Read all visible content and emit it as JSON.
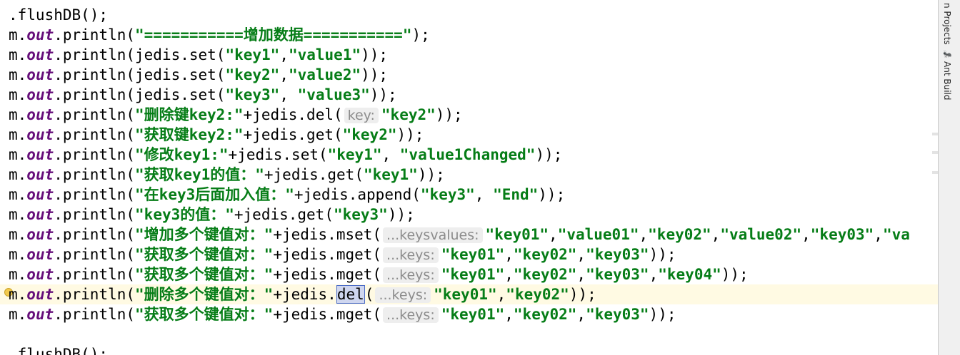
{
  "editor": {
    "lines": [
      [
        {
          "t": ".flushDB();"
        }
      ],
      [
        {
          "t": "m."
        },
        {
          "f": "out"
        },
        {
          "t": ".println("
        },
        {
          "s": "\"===========增加数据===========\""
        },
        {
          "t": ");"
        }
      ],
      [
        {
          "t": "m."
        },
        {
          "f": "out"
        },
        {
          "t": ".println(jedis.set("
        },
        {
          "s": "\"key1\""
        },
        {
          "t": ","
        },
        {
          "s": "\"value1\""
        },
        {
          "t": "));"
        }
      ],
      [
        {
          "t": "m."
        },
        {
          "f": "out"
        },
        {
          "t": ".println(jedis.set("
        },
        {
          "s": "\"key2\""
        },
        {
          "t": ","
        },
        {
          "s": "\"value2\""
        },
        {
          "t": "));"
        }
      ],
      [
        {
          "t": "m."
        },
        {
          "f": "out"
        },
        {
          "t": ".println(jedis.set("
        },
        {
          "s": "\"key3\""
        },
        {
          "t": ", "
        },
        {
          "s": "\"value3\""
        },
        {
          "t": "));"
        }
      ],
      [
        {
          "t": "m."
        },
        {
          "f": "out"
        },
        {
          "t": ".println("
        },
        {
          "s": "\"删除键key2:\""
        },
        {
          "t": "+jedis.del("
        },
        {
          "h": "key:"
        },
        {
          "s": "\"key2\""
        },
        {
          "t": "));"
        }
      ],
      [
        {
          "t": "m."
        },
        {
          "f": "out"
        },
        {
          "t": ".println("
        },
        {
          "s": "\"获取键key2:\""
        },
        {
          "t": "+jedis.get("
        },
        {
          "s": "\"key2\""
        },
        {
          "t": "));"
        }
      ],
      [
        {
          "t": "m."
        },
        {
          "f": "out"
        },
        {
          "t": ".println("
        },
        {
          "s": "\"修改key1:\""
        },
        {
          "t": "+jedis.set("
        },
        {
          "s": "\"key1\""
        },
        {
          "t": ", "
        },
        {
          "s": "\"value1Changed\""
        },
        {
          "t": "));"
        }
      ],
      [
        {
          "t": "m."
        },
        {
          "f": "out"
        },
        {
          "t": ".println("
        },
        {
          "s": "\"获取key1的值：\""
        },
        {
          "t": "+jedis.get("
        },
        {
          "s": "\"key1\""
        },
        {
          "t": "));"
        }
      ],
      [
        {
          "t": "m."
        },
        {
          "f": "out"
        },
        {
          "t": ".println("
        },
        {
          "s": "\"在key3后面加入值：\""
        },
        {
          "t": "+jedis.append("
        },
        {
          "s": "\"key3\""
        },
        {
          "t": ", "
        },
        {
          "s": "\"End\""
        },
        {
          "t": "));"
        }
      ],
      [
        {
          "t": "m."
        },
        {
          "f": "out"
        },
        {
          "t": ".println("
        },
        {
          "s": "\"key3的值：\""
        },
        {
          "t": "+jedis.get("
        },
        {
          "s": "\"key3\""
        },
        {
          "t": "));"
        }
      ],
      [
        {
          "t": "m."
        },
        {
          "f": "out"
        },
        {
          "t": ".println("
        },
        {
          "s": "\"增加多个键值对：\""
        },
        {
          "t": "+jedis.mset("
        },
        {
          "h": "...keysvalues:"
        },
        {
          "s": "\"key01\""
        },
        {
          "t": ","
        },
        {
          "s": "\"value01\""
        },
        {
          "t": ","
        },
        {
          "s": "\"key02\""
        },
        {
          "t": ","
        },
        {
          "s": "\"value02\""
        },
        {
          "t": ","
        },
        {
          "s": "\"key03\""
        },
        {
          "t": ","
        },
        {
          "s": "\"va"
        }
      ],
      [
        {
          "t": "m."
        },
        {
          "f": "out"
        },
        {
          "t": ".println("
        },
        {
          "s": "\"获取多个键值对：\""
        },
        {
          "t": "+jedis.mget("
        },
        {
          "h": "...keys:"
        },
        {
          "s": "\"key01\""
        },
        {
          "t": ","
        },
        {
          "s": "\"key02\""
        },
        {
          "t": ","
        },
        {
          "s": "\"key03\""
        },
        {
          "t": "));"
        }
      ],
      [
        {
          "t": "m."
        },
        {
          "f": "out"
        },
        {
          "t": ".println("
        },
        {
          "s": "\"获取多个键值对：\""
        },
        {
          "t": "+jedis.mget("
        },
        {
          "h": "...keys:"
        },
        {
          "s": "\"key01\""
        },
        {
          "t": ","
        },
        {
          "s": "\"key02\""
        },
        {
          "t": ","
        },
        {
          "s": "\"key03\""
        },
        {
          "t": ","
        },
        {
          "s": "\"key04\""
        },
        {
          "t": "));"
        }
      ],
      [
        {
          "t": "m."
        },
        {
          "f": "out"
        },
        {
          "t": ".println("
        },
        {
          "s": "\"删除多个键值对：\""
        },
        {
          "t": "+jedis."
        },
        {
          "sel": "del"
        },
        {
          "t": "("
        },
        {
          "h": "...keys:"
        },
        {
          "s": "\"key01\""
        },
        {
          "t": ","
        },
        {
          "s": "\"key02\""
        },
        {
          "t": "));"
        }
      ],
      [
        {
          "t": "m."
        },
        {
          "f": "out"
        },
        {
          "t": ".println("
        },
        {
          "s": "\"获取多个键值对：\""
        },
        {
          "t": "+jedis.mget("
        },
        {
          "h": "...keys:"
        },
        {
          "s": "\"key01\""
        },
        {
          "t": ","
        },
        {
          "s": "\"key02\""
        },
        {
          "t": ","
        },
        {
          "s": "\"key03\""
        },
        {
          "t": "));"
        }
      ],
      [],
      [
        {
          "t": ".flushDB();"
        }
      ]
    ]
  },
  "sidebar": {
    "tab_projects": "n Projects",
    "tab_ant": "Ant Build",
    "ant_icon_glyph": "🐜"
  }
}
